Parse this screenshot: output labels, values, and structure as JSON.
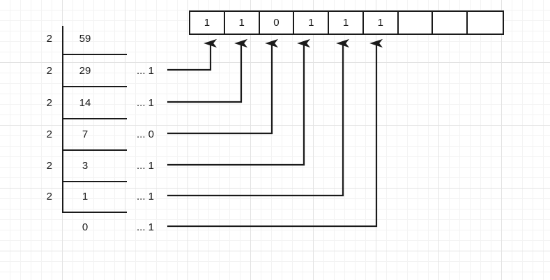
{
  "diagram": {
    "title": "binary-conversion-by-repeated-division",
    "line_color": "#1a1a1a",
    "grid_color": "#e3e3e3",
    "division": {
      "divisor_label": "2",
      "divisors": [
        "2",
        "2",
        "2",
        "2",
        "2",
        "2"
      ],
      "quotients": [
        "59",
        "29",
        "14",
        "7",
        "3",
        "1",
        "0"
      ],
      "remainder_labels": [
        "... 1",
        "... 1",
        "... 0",
        "... 1",
        "... 1",
        "... 1"
      ]
    },
    "bit_array": {
      "cells": [
        "1",
        "1",
        "0",
        "1",
        "1",
        "1",
        "",
        "",
        ""
      ],
      "cell_count": 9
    }
  }
}
